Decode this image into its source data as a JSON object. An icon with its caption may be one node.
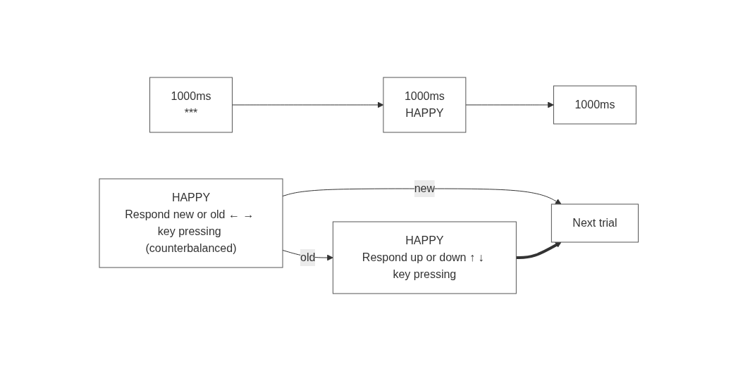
{
  "diagram": {
    "nodes": [
      {
        "text": [
          "1000ms",
          "***"
        ]
      },
      {
        "text": [
          "1000ms",
          "HAPPY"
        ]
      },
      {
        "text": [
          "1000ms"
        ]
      },
      {
        "text": [
          "HAPPY",
          "Respond new or old ← → key pressing (counterbalanced)"
        ]
      },
      {
        "text": [
          "HAPPY",
          "Respond up or down ↑ ↓ key pressing"
        ]
      },
      {
        "text": [
          "Next trial"
        ]
      }
    ],
    "edges": [
      {
        "from": 0,
        "to": 1,
        "arrow": "to"
      },
      {
        "from": 1,
        "to": 2,
        "arrow": "to"
      },
      {
        "from": 3,
        "to": 4,
        "arrow": "to",
        "label": "old"
      },
      {
        "from": 3,
        "to": 5,
        "arrow": "to",
        "label": "new"
      },
      {
        "from": 4,
        "to": 5,
        "arrow": "to",
        "style": "thick"
      }
    ]
  }
}
